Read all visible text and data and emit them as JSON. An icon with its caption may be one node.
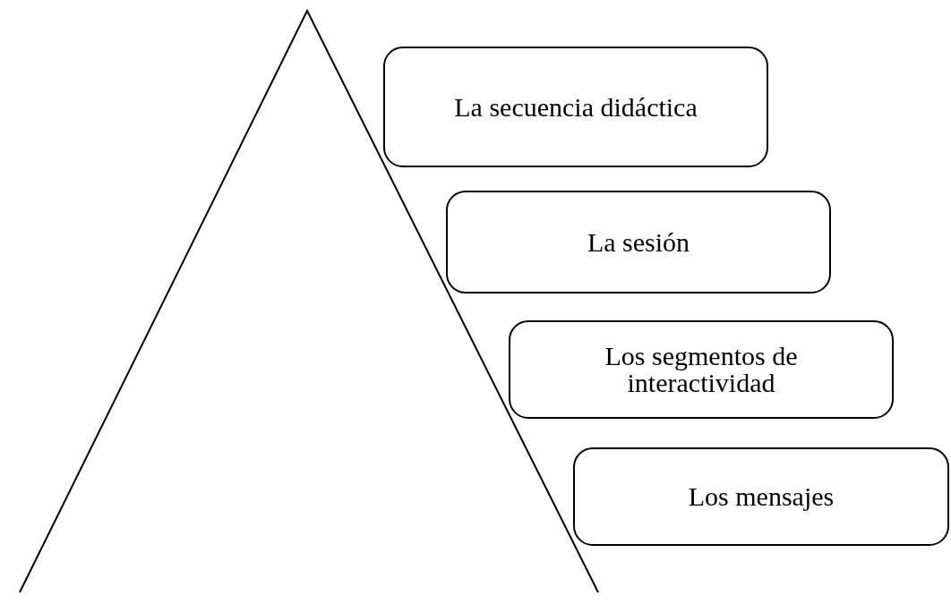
{
  "diagram": {
    "nodes": [
      {
        "text": [
          "La secuencia didáctica"
        ]
      },
      {
        "text": [
          "La sesión"
        ]
      },
      {
        "text": [
          "Los segmentos de interactividad"
        ]
      },
      {
        "text": [
          "Los mensajes"
        ]
      }
    ]
  }
}
